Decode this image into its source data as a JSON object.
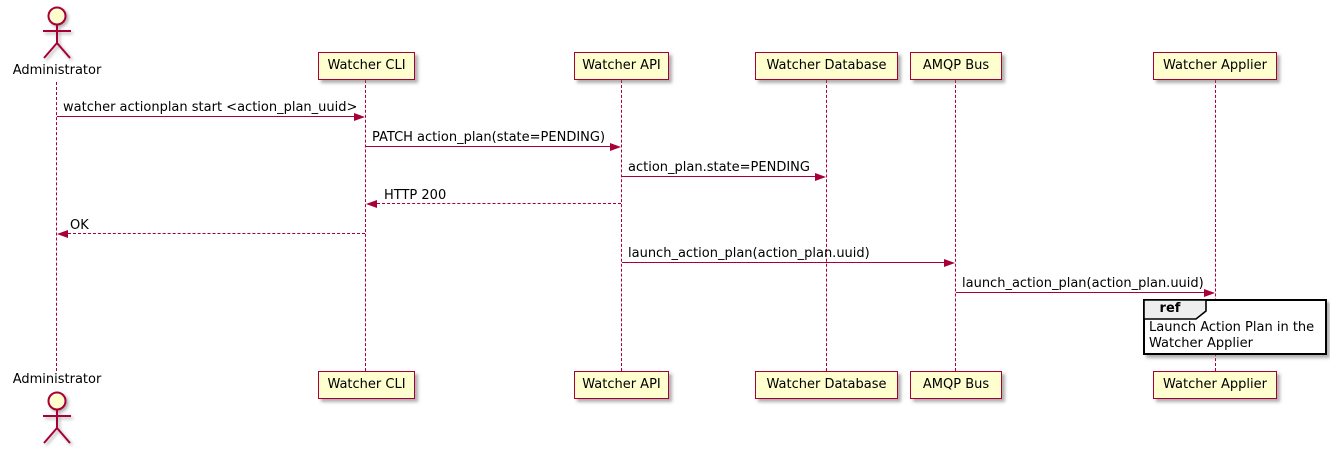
{
  "colors": {
    "accent": "#A80036",
    "participant_fill": "#FEFECE",
    "ref_header_fill": "#EEEEEE",
    "ref_border": "#000000",
    "background": "#FFFFFF"
  },
  "actor": {
    "label": "Administrator"
  },
  "participants": [
    {
      "label": "Watcher CLI"
    },
    {
      "label": "Watcher API"
    },
    {
      "label": "Watcher Database"
    },
    {
      "label": "AMQP Bus"
    },
    {
      "label": "Watcher Applier"
    }
  ],
  "messages": [
    {
      "label": "watcher actionplan start <action_plan_uuid>",
      "from": "Administrator",
      "to": "Watcher CLI",
      "style": "solid"
    },
    {
      "label": "PATCH action_plan(state=PENDING)",
      "from": "Watcher CLI",
      "to": "Watcher API",
      "style": "solid"
    },
    {
      "label": "action_plan.state=PENDING",
      "from": "Watcher API",
      "to": "Watcher Database",
      "style": "solid"
    },
    {
      "label": "HTTP 200",
      "from": "Watcher API",
      "to": "Watcher CLI",
      "style": "dashed"
    },
    {
      "label": "OK",
      "from": "Watcher CLI",
      "to": "Administrator",
      "style": "dashed"
    },
    {
      "label": "launch_action_plan(action_plan.uuid)",
      "from": "Watcher API",
      "to": "AMQP Bus",
      "style": "solid"
    },
    {
      "label": "launch_action_plan(action_plan.uuid)",
      "from": "AMQP Bus",
      "to": "Watcher Applier",
      "style": "solid"
    }
  ],
  "ref": {
    "keyword": "ref",
    "line1": "Launch Action Plan in the",
    "line2": "Watcher Applier"
  }
}
